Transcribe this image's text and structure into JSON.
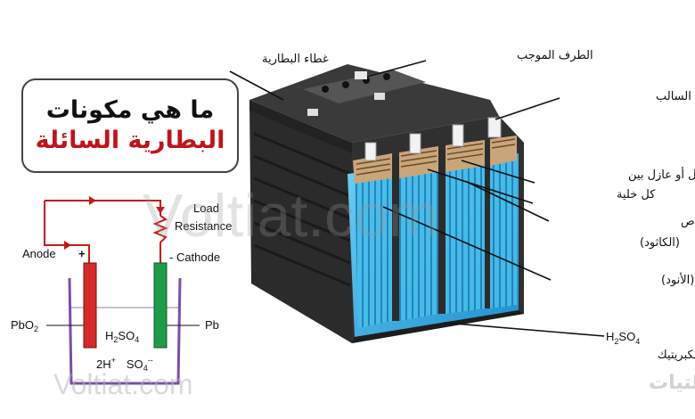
{
  "title": {
    "line1": "ما هي مكونات",
    "line2": "البطارية السائلة"
  },
  "battery_labels": {
    "cover": "غطاء البطارية",
    "positive_terminal": "الطرف الموجب",
    "negative_terminal": "الطرف السالب",
    "separator_line1": "فاصل أو عازل بين",
    "separator_line2": "كل خلية",
    "cathode_line1": "ثاني أكسيد الرصاص",
    "cathode_line2": "(الكاثود)",
    "anode": "الرصاص (الأنود)",
    "acid_formula_base": "H",
    "acid_formula_sub1": "2",
    "acid_formula_mid": "SO",
    "acid_formula_sub2": "4",
    "acid_name": "حمض الكبريتيك"
  },
  "circuit": {
    "load_line1": "Load",
    "load_line2": "Resistance",
    "anode_label": "Anode",
    "plus_sign": "+",
    "minus_cathode": "- Cathode",
    "pbo2_base": "PbO",
    "pbo2_sub": "2",
    "pb_label": "Pb",
    "h2so4_base": "H",
    "h2so4_sub1": "2",
    "h2so4_mid": "SO",
    "h2so4_sub2": "4",
    "ions_h": "2H",
    "ions_h_sup": "+",
    "ions_so4": "SO",
    "ions_so4_sub": "4",
    "ions_so4_sup": "--"
  },
  "watermarks": {
    "center": "Voltiat.com",
    "bottom_left": "Voltiat.com",
    "bottom_right": "موقع فولتيات"
  },
  "colors": {
    "title_red": "#c0141b",
    "acid_blue": "#3db3e6",
    "anode_red": "#d42a2a",
    "cathode_green": "#1f9a48",
    "beaker_purple": "#7a4fa6",
    "wire_red": "#c51a1a"
  }
}
